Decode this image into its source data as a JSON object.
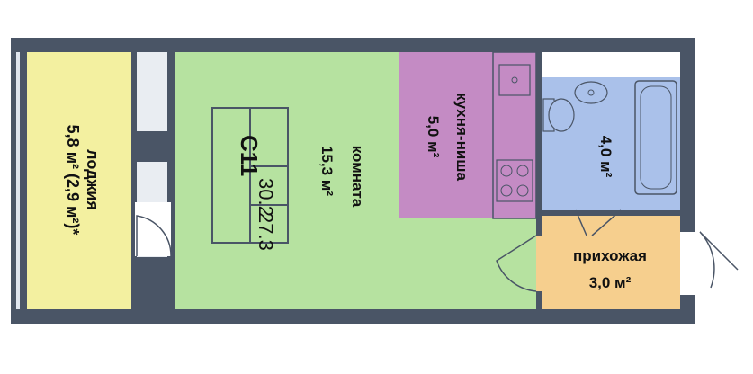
{
  "plan": {
    "unit_code": "С11",
    "area_total": "30.2",
    "area_living": "27.3",
    "colors": {
      "wall": "#4a5566",
      "room": "#b6e2a0",
      "kitchen": "#c48bc4",
      "bathroom": "#aac1ea",
      "hallway": "#f6cf8e",
      "loggia": "#f3f0a0"
    },
    "rooms": {
      "loggia": {
        "name": "лоджия",
        "area": "5,8 м² (2,9 м²)*"
      },
      "room": {
        "name": "комната",
        "area": "15,3 м²"
      },
      "kitchen": {
        "name": "кухня-ниша",
        "area": "5,0 м²"
      },
      "bathroom": {
        "area": "4,0 м²"
      },
      "hallway": {
        "name": "прихожая",
        "area": "3,0 м²"
      }
    }
  }
}
